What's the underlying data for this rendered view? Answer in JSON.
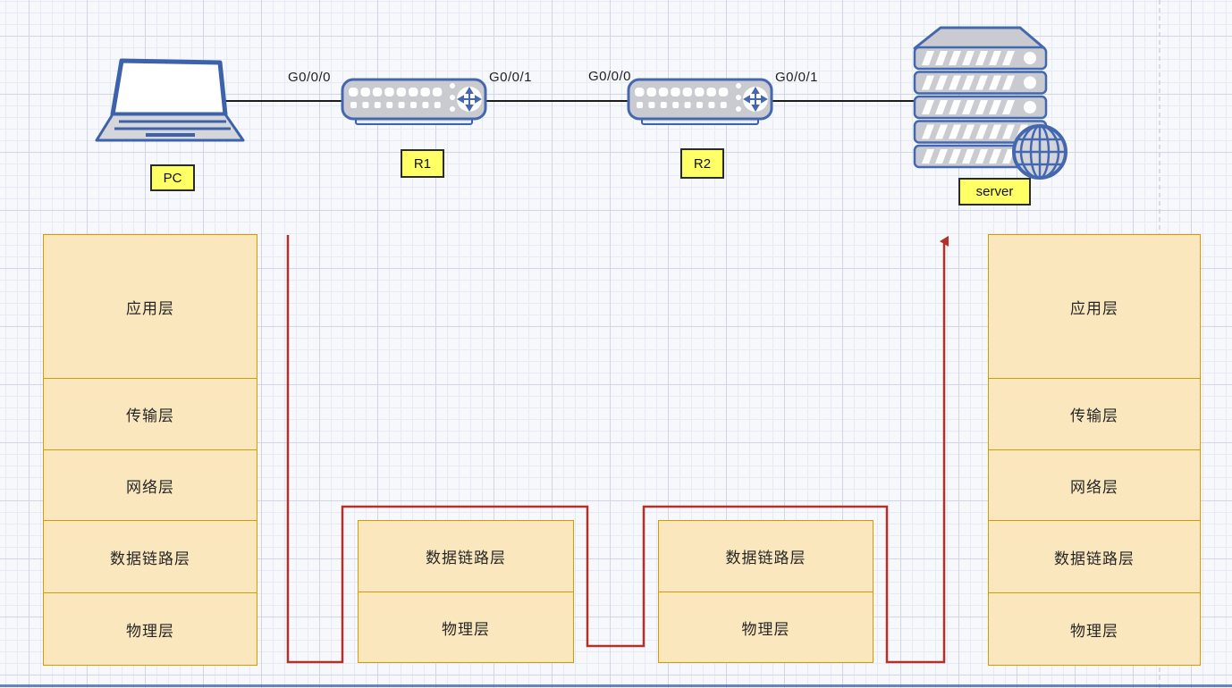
{
  "colors": {
    "accent_red": "#b23129",
    "layer_fill": "#fbe7bd",
    "layer_border": "#d79b00",
    "label_fill": "#ffff66",
    "device_blue": "#4468b0",
    "device_gray": "#cacbd1",
    "link_black": "#1c1c1c"
  },
  "devices": {
    "pc": {
      "label": "PC"
    },
    "r1": {
      "label": "R1"
    },
    "r2": {
      "label": "R2"
    },
    "server": {
      "label": "server"
    }
  },
  "ports": {
    "r1_left": "G0/0/0",
    "r1_right": "G0/0/1",
    "r2_left": "G0/0/0",
    "r2_right": "G0/0/1"
  },
  "stacks": {
    "pc": {
      "layers": [
        "应用层",
        "传输层",
        "网络层",
        "数据链路层",
        "物理层"
      ]
    },
    "r1": {
      "layers": [
        "数据链路层",
        "物理层"
      ]
    },
    "r2": {
      "layers": [
        "数据链路层",
        "物理层"
      ]
    },
    "server": {
      "layers": [
        "应用层",
        "传输层",
        "网络层",
        "数据链路层",
        "物理层"
      ]
    }
  }
}
